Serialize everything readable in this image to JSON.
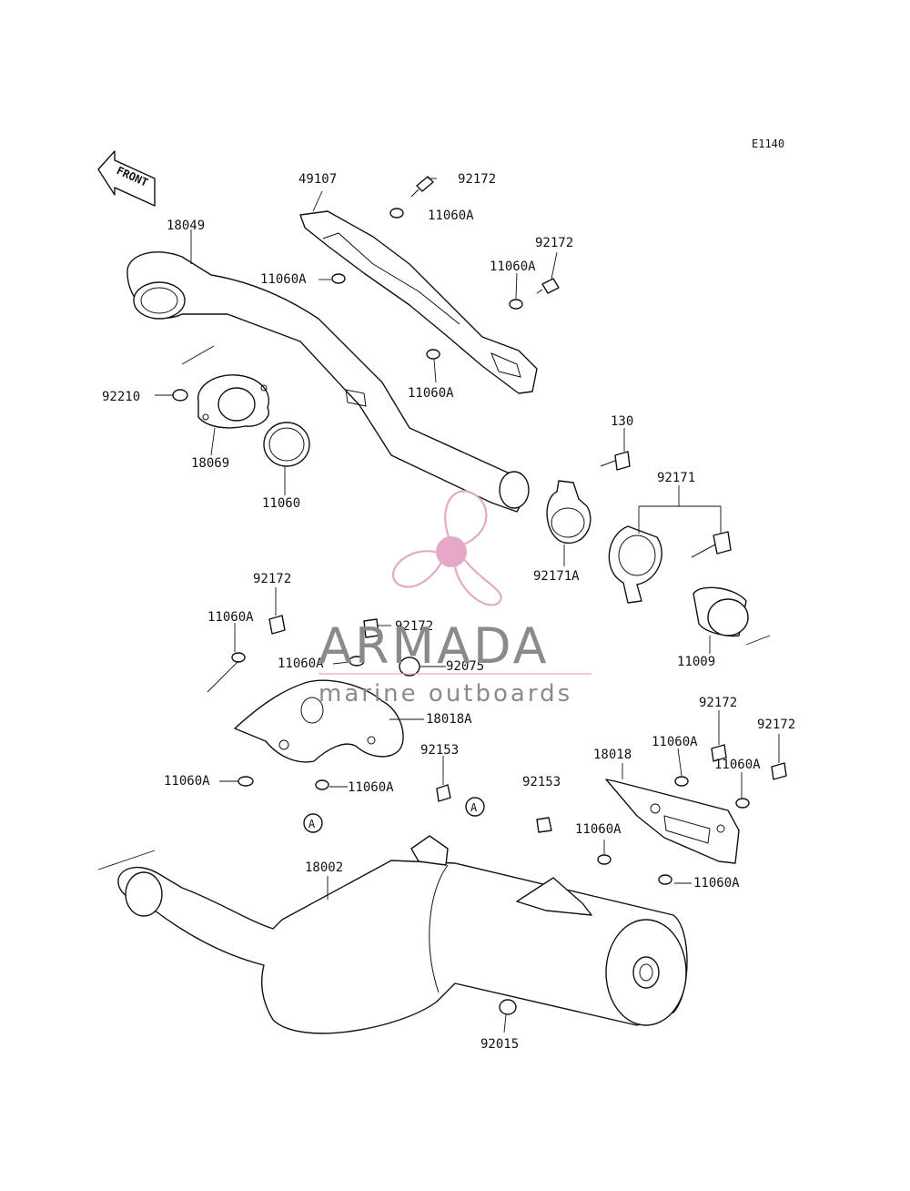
{
  "diagram": {
    "code": "E1140",
    "front_label": "FRONT",
    "circle_ref": "A",
    "callouts": [
      {
        "id": "49107",
        "text": "49107"
      },
      {
        "id": "92172-top",
        "text": "92172"
      },
      {
        "id": "11060A-top",
        "text": "11060A"
      },
      {
        "id": "18049",
        "text": "18049"
      },
      {
        "id": "11060A-left",
        "text": "11060A"
      },
      {
        "id": "92172-right",
        "text": "92172"
      },
      {
        "id": "11060A-right",
        "text": "11060A"
      },
      {
        "id": "11060A-mid",
        "text": "11060A"
      },
      {
        "id": "92210",
        "text": "92210"
      },
      {
        "id": "18069",
        "text": "18069"
      },
      {
        "id": "11060",
        "text": "11060"
      },
      {
        "id": "130",
        "text": "130"
      },
      {
        "id": "92171",
        "text": "92171"
      },
      {
        "id": "92171A",
        "text": "92171A"
      },
      {
        "id": "11009",
        "text": "11009"
      },
      {
        "id": "92172-guard",
        "text": "92172"
      },
      {
        "id": "11060A-guard",
        "text": "11060A"
      },
      {
        "id": "92172-guard2",
        "text": "92172"
      },
      {
        "id": "11060A-guard2",
        "text": "11060A"
      },
      {
        "id": "92075",
        "text": "92075"
      },
      {
        "id": "18018A",
        "text": "18018A"
      },
      {
        "id": "11060A-guard3",
        "text": "11060A"
      },
      {
        "id": "11060A-guard4",
        "text": "11060A"
      },
      {
        "id": "92153-a",
        "text": "92153"
      },
      {
        "id": "92153-b",
        "text": "92153"
      },
      {
        "id": "18018",
        "text": "18018"
      },
      {
        "id": "92172-shield1",
        "text": "92172"
      },
      {
        "id": "92172-shield2",
        "text": "92172"
      },
      {
        "id": "11060A-shield1",
        "text": "11060A"
      },
      {
        "id": "11060A-shield2",
        "text": "11060A"
      },
      {
        "id": "11060A-shield3",
        "text": "11060A"
      },
      {
        "id": "11060A-shield4",
        "text": "11060A"
      },
      {
        "id": "18002",
        "text": "18002"
      },
      {
        "id": "92015",
        "text": "92015"
      }
    ]
  },
  "watermark": {
    "brand": "ARMADA",
    "tagline": "marine outboards",
    "logo_color": "#e4a9c7",
    "text_color": "#8a8a8a"
  }
}
